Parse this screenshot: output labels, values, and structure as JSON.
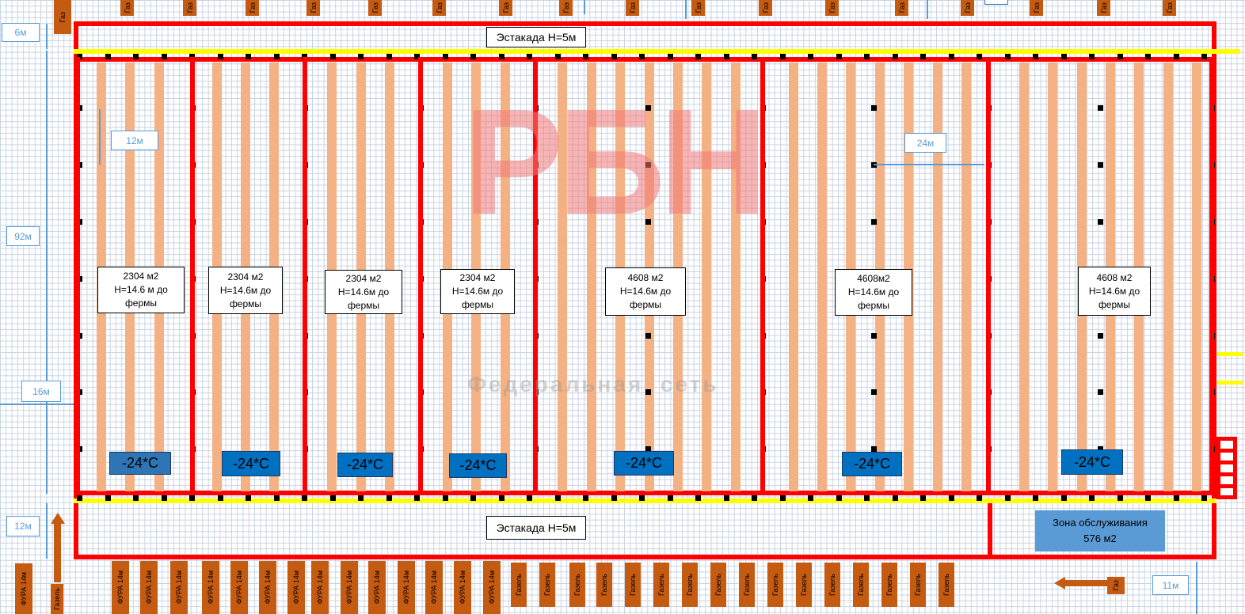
{
  "estakada_top": "Эстакада Н=5м",
  "estakada_bottom": "Эстакада Н=5м",
  "service_zone": {
    "line1": "Зона обслуживания",
    "line2": "576 м2"
  },
  "halls": [
    {
      "area": "2304 м2",
      "height": "Н=14.6 м до",
      "suffix": "фермы",
      "temp": "-24*С"
    },
    {
      "area": "2304 м2",
      "height": "Н=14.6м до",
      "suffix": "фермы",
      "temp": "-24*С"
    },
    {
      "area": "2304 м2",
      "height": "Н=14.6м до",
      "suffix": "фермы",
      "temp": "-24*С"
    },
    {
      "area": "2304 м2",
      "height": "Н=14.6м до",
      "suffix": "фермы",
      "temp": "-24*С"
    },
    {
      "area": "4608 м2",
      "height": "Н=14.6м до",
      "suffix": "фермы",
      "temp": "-24*С"
    },
    {
      "area": "4608м2",
      "height": "Н=14.6м до",
      "suffix": "фермы",
      "temp": "-24*С"
    },
    {
      "area": "4608 м2",
      "height": "Н=14.6м до",
      "suffix": "фермы",
      "temp": "-24*С"
    }
  ],
  "dimensions": {
    "d6": "6м",
    "d92": "92м",
    "d16": "16м",
    "d12_bottom": "12м",
    "d12_inner": "12м",
    "d24": "24м",
    "d11": "11м"
  },
  "vehicles": {
    "truck": "ФУРА 14м",
    "van": "Газель",
    "van_cut": "Газ"
  },
  "watermark": {
    "logo": "РБН",
    "text": "Федеральная  сеть"
  },
  "colors": {
    "wall": "#ff0000",
    "dock": "#ffff00",
    "rack": "#f4b183",
    "vehicle": "#c55a11",
    "temp": "#0070c0"
  }
}
